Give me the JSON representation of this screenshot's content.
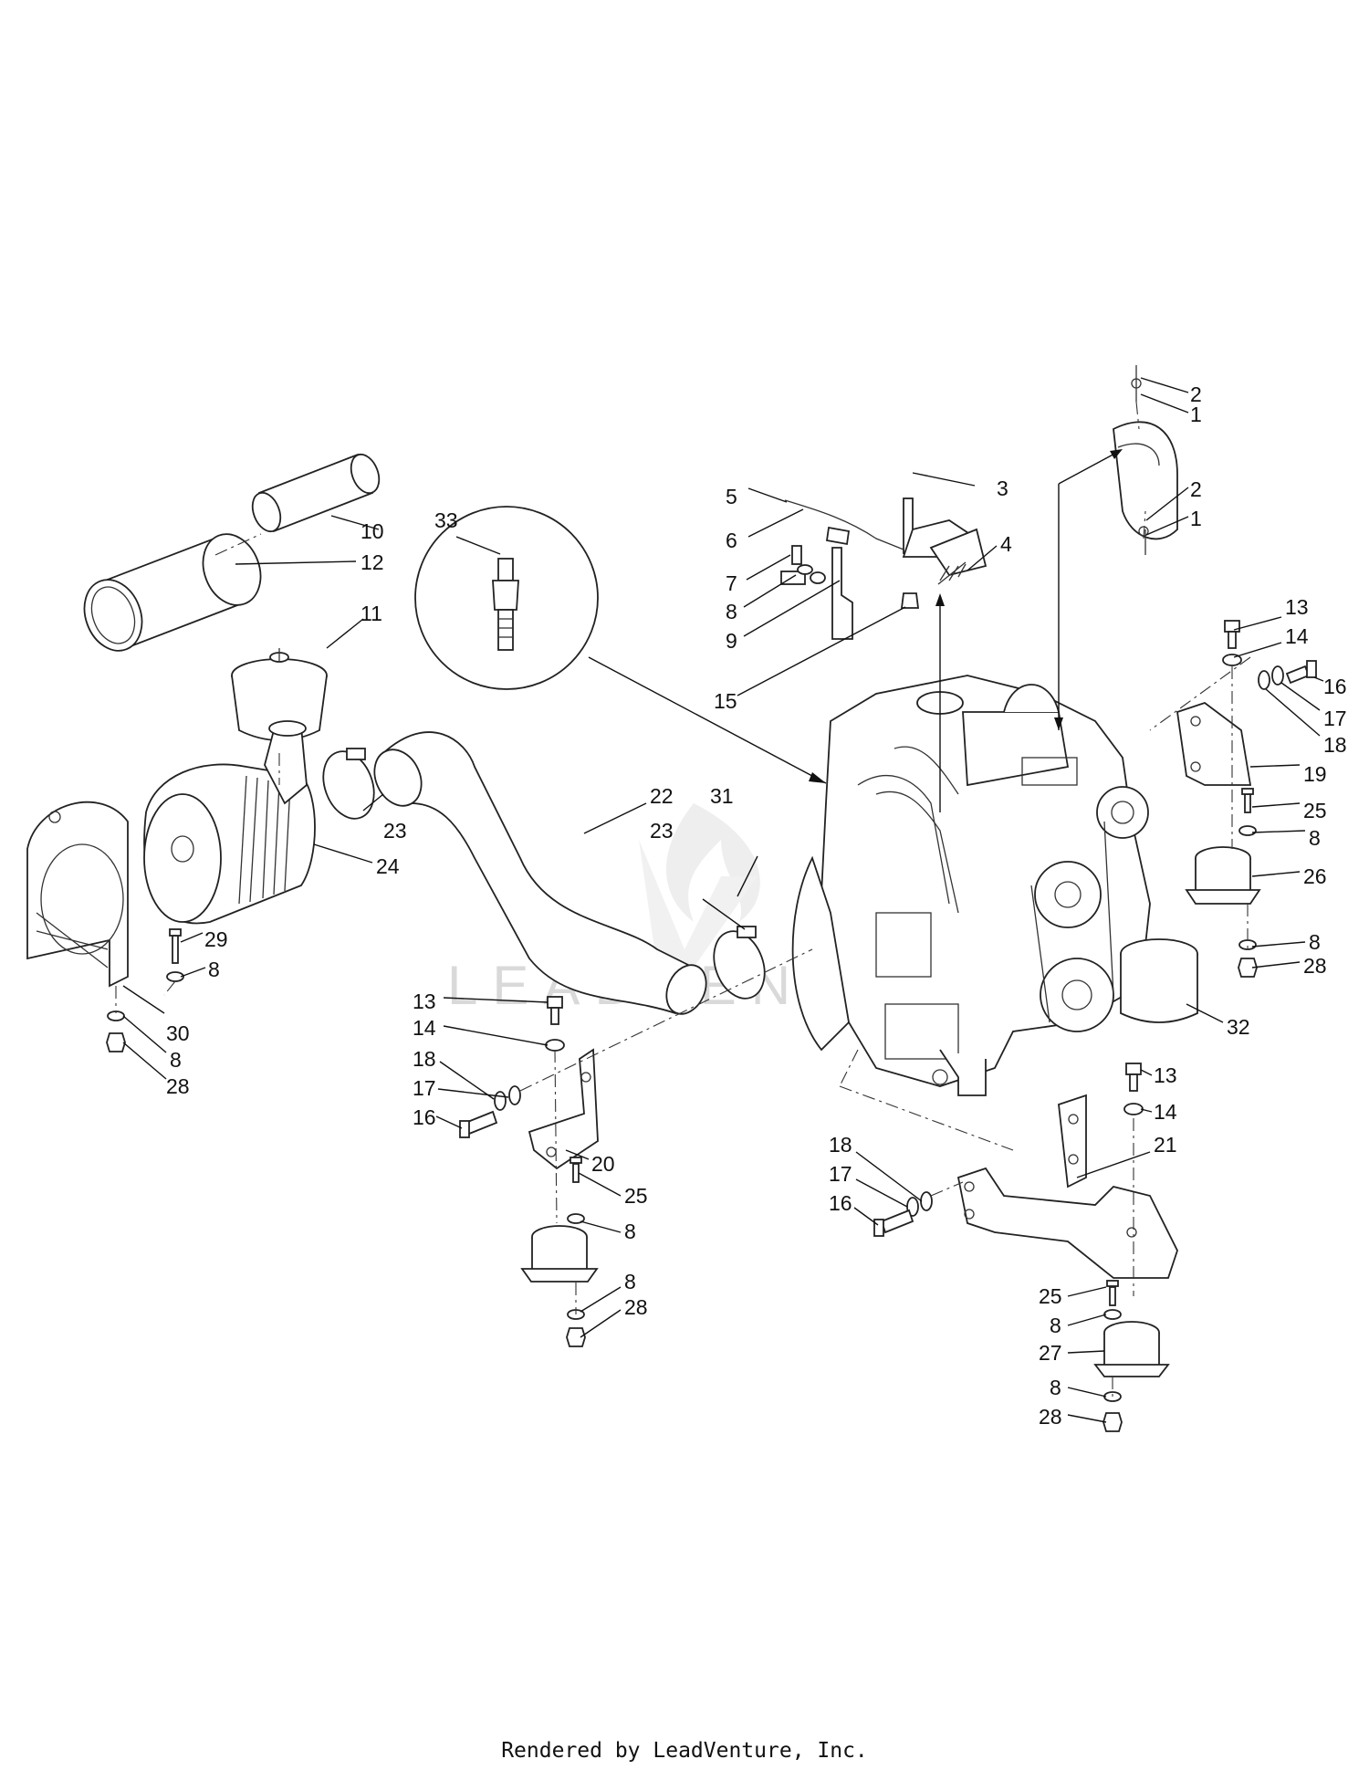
{
  "watermark": "LEADVENTURE",
  "footer": "Rendered by LeadVenture, Inc.",
  "callouts": [
    {
      "id": "c-2a",
      "text": "2"
    },
    {
      "id": "c-1a",
      "text": "1"
    },
    {
      "id": "c-2b",
      "text": "2"
    },
    {
      "id": "c-1b",
      "text": "1"
    },
    {
      "id": "c-5",
      "text": "5"
    },
    {
      "id": "c-3",
      "text": "3"
    },
    {
      "id": "c-6",
      "text": "6"
    },
    {
      "id": "c-4",
      "text": "4"
    },
    {
      "id": "c-7",
      "text": "7"
    },
    {
      "id": "c-8a",
      "text": "8"
    },
    {
      "id": "c-9",
      "text": "9"
    },
    {
      "id": "c-15",
      "text": "15"
    },
    {
      "id": "c-33",
      "text": "33"
    },
    {
      "id": "c-10",
      "text": "10"
    },
    {
      "id": "c-12",
      "text": "12"
    },
    {
      "id": "c-11",
      "text": "11"
    },
    {
      "id": "c-13a",
      "text": "13"
    },
    {
      "id": "c-14a",
      "text": "14"
    },
    {
      "id": "c-16a",
      "text": "16"
    },
    {
      "id": "c-17a",
      "text": "17"
    },
    {
      "id": "c-18a",
      "text": "18"
    },
    {
      "id": "c-19",
      "text": "19"
    },
    {
      "id": "c-25a",
      "text": "25"
    },
    {
      "id": "c-8b",
      "text": "8"
    },
    {
      "id": "c-26",
      "text": "26"
    },
    {
      "id": "c-8c",
      "text": "8"
    },
    {
      "id": "c-28a",
      "text": "28"
    },
    {
      "id": "c-22",
      "text": "22"
    },
    {
      "id": "c-31",
      "text": "31"
    },
    {
      "id": "c-23a",
      "text": "23"
    },
    {
      "id": "c-23b",
      "text": "23"
    },
    {
      "id": "c-24",
      "text": "24"
    },
    {
      "id": "c-29",
      "text": "29"
    },
    {
      "id": "c-8d",
      "text": "8"
    },
    {
      "id": "c-30",
      "text": "30"
    },
    {
      "id": "c-8e",
      "text": "8"
    },
    {
      "id": "c-28b",
      "text": "28"
    },
    {
      "id": "c-32",
      "text": "32"
    },
    {
      "id": "c-13b",
      "text": "13"
    },
    {
      "id": "c-14b",
      "text": "14"
    },
    {
      "id": "c-18b",
      "text": "18"
    },
    {
      "id": "c-17b",
      "text": "17"
    },
    {
      "id": "c-16b",
      "text": "16"
    },
    {
      "id": "c-20",
      "text": "20"
    },
    {
      "id": "c-25b",
      "text": "25"
    },
    {
      "id": "c-8f",
      "text": "8"
    },
    {
      "id": "c-8g",
      "text": "8"
    },
    {
      "id": "c-28c",
      "text": "28"
    },
    {
      "id": "c-13c",
      "text": "13"
    },
    {
      "id": "c-14c",
      "text": "14"
    },
    {
      "id": "c-21",
      "text": "21"
    },
    {
      "id": "c-18c",
      "text": "18"
    },
    {
      "id": "c-17c",
      "text": "17"
    },
    {
      "id": "c-16c",
      "text": "16"
    },
    {
      "id": "c-25c",
      "text": "25"
    },
    {
      "id": "c-8h",
      "text": "8"
    },
    {
      "id": "c-27",
      "text": "27"
    },
    {
      "id": "c-8i",
      "text": "8"
    },
    {
      "id": "c-28d",
      "text": "28"
    }
  ]
}
